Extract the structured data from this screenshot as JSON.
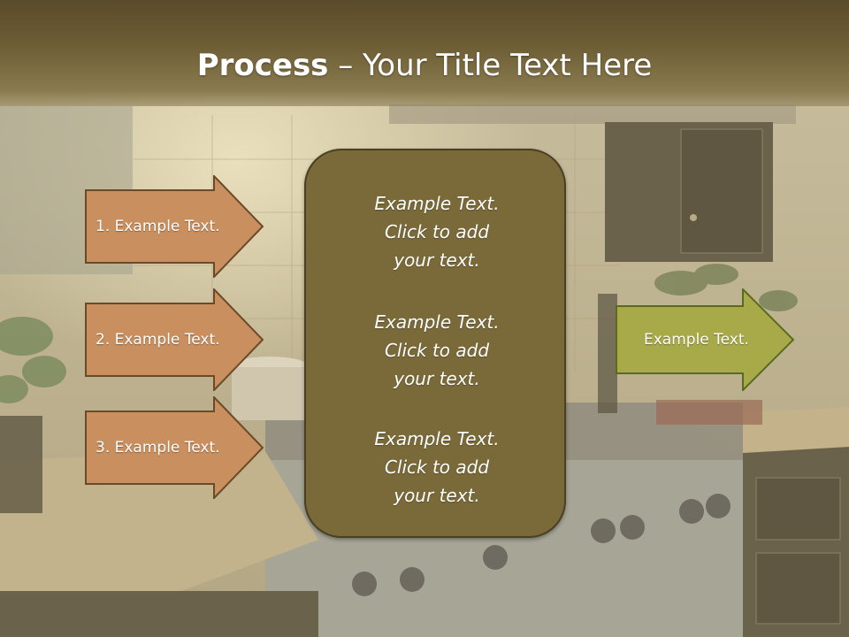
{
  "slide": {
    "title_bold": "Process",
    "title_rest": " – Your Title Text Here"
  },
  "left_arrows": [
    {
      "label": "1. Example Text."
    },
    {
      "label": "2. Example Text."
    },
    {
      "label": "3. Example Text."
    }
  ],
  "center_box": {
    "paragraphs": [
      {
        "line1": "Example Text.",
        "line2": "Click  to add",
        "line3": "your text."
      },
      {
        "line1": "Example Text.",
        "line2": "Click  to add",
        "line3": "your text."
      },
      {
        "line1": "Example Text.",
        "line2": "Click  to add",
        "line3": "your text."
      }
    ]
  },
  "right_arrow": {
    "label": "Example Text."
  },
  "colors": {
    "header": "#6f5f36",
    "left_arrow_fill": "#c98f5e",
    "left_arrow_stroke": "#6b4a2a",
    "center_box_fill": "#7a6a3a",
    "right_arrow_fill": "#a8a948",
    "right_arrow_stroke": "#5a6a1e"
  }
}
